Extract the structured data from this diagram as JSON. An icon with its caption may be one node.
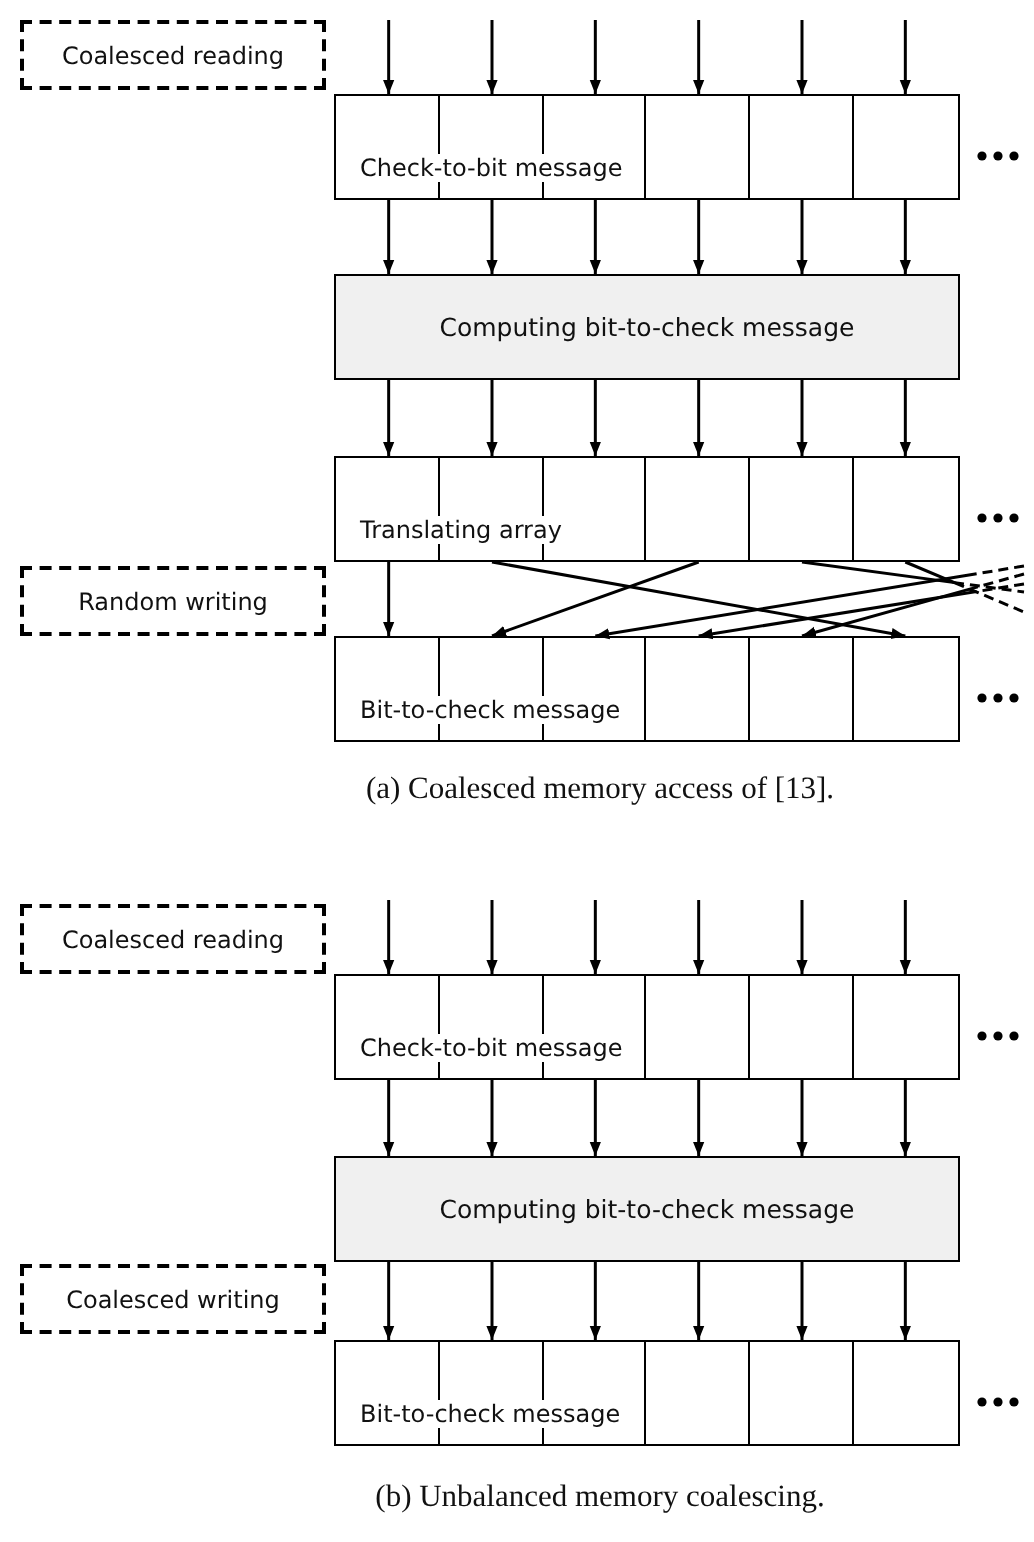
{
  "diagram": {
    "nodes": [
      {
        "text": [
          "Coalesced reading"
        ]
      },
      {
        "text": [
          "Check-to-bit message"
        ]
      },
      {
        "text": [
          "Computing bit-to-check message"
        ]
      },
      {
        "text": [
          "Translating array"
        ]
      },
      {
        "text": [
          "Random writing"
        ]
      },
      {
        "text": [
          "Bit-to-check message"
        ]
      },
      {
        "text": [
          "Coalesced reading"
        ]
      },
      {
        "text": [
          "Check-to-bit message"
        ]
      },
      {
        "text": [
          "Computing bit-to-check message"
        ]
      },
      {
        "text": [
          "Coalesced writing"
        ]
      },
      {
        "text": [
          "Bit-to-check message"
        ]
      }
    ],
    "edges": [
      {
        "from": null,
        "to": 1,
        "arrow": "to"
      },
      {
        "from": null,
        "to": 1,
        "arrow": "to"
      },
      {
        "from": null,
        "to": 1,
        "arrow": "to"
      },
      {
        "from": null,
        "to": 1,
        "arrow": "to"
      },
      {
        "from": null,
        "to": 1,
        "arrow": "to"
      },
      {
        "from": null,
        "to": 1,
        "arrow": "to"
      },
      {
        "from": 1,
        "to": 2,
        "arrow": "to"
      },
      {
        "from": 1,
        "to": 2,
        "arrow": "to"
      },
      {
        "from": 1,
        "to": 2,
        "arrow": "to"
      },
      {
        "from": 1,
        "to": 2,
        "arrow": "to"
      },
      {
        "from": 1,
        "to": 2,
        "arrow": "to"
      },
      {
        "from": 1,
        "to": 2,
        "arrow": "to"
      },
      {
        "from": 2,
        "to": 3,
        "arrow": "to"
      },
      {
        "from": 2,
        "to": 3,
        "arrow": "to"
      },
      {
        "from": 2,
        "to": 3,
        "arrow": "to"
      },
      {
        "from": 2,
        "to": 3,
        "arrow": "to"
      },
      {
        "from": 2,
        "to": 3,
        "arrow": "to"
      },
      {
        "from": 2,
        "to": 3,
        "arrow": "to"
      },
      {
        "from": 3,
        "to": 5,
        "arrow": "to"
      },
      {
        "from": 3,
        "to": 5,
        "arrow": "to"
      },
      {
        "from": 3,
        "to": 5,
        "arrow": "to"
      },
      {
        "from": 3,
        "to": null,
        "arrow": "none",
        "style": "dashed"
      },
      {
        "from": 3,
        "to": null,
        "arrow": "none",
        "style": "dashed"
      },
      {
        "from": null,
        "to": 5,
        "arrow": "to",
        "style": "dashed"
      },
      {
        "from": null,
        "to": 5,
        "arrow": "to",
        "style": "dashed"
      },
      {
        "from": null,
        "to": 5,
        "arrow": "to",
        "style": "dashed"
      },
      {
        "from": null,
        "to": 7,
        "arrow": "to"
      },
      {
        "from": null,
        "to": 7,
        "arrow": "to"
      },
      {
        "from": null,
        "to": 7,
        "arrow": "to"
      },
      {
        "from": null,
        "to": 7,
        "arrow": "to"
      },
      {
        "from": null,
        "to": 7,
        "arrow": "to"
      },
      {
        "from": null,
        "to": 7,
        "arrow": "to"
      },
      {
        "from": 7,
        "to": 8,
        "arrow": "to"
      },
      {
        "from": 7,
        "to": 8,
        "arrow": "to"
      },
      {
        "from": 7,
        "to": 8,
        "arrow": "to"
      },
      {
        "from": 7,
        "to": 8,
        "arrow": "to"
      },
      {
        "from": 7,
        "to": 8,
        "arrow": "to"
      },
      {
        "from": 7,
        "to": 8,
        "arrow": "to"
      },
      {
        "from": 8,
        "to": 10,
        "arrow": "to"
      },
      {
        "from": 8,
        "to": 10,
        "arrow": "to"
      },
      {
        "from": 8,
        "to": 10,
        "arrow": "to"
      },
      {
        "from": 8,
        "to": 10,
        "arrow": "to"
      },
      {
        "from": 8,
        "to": 10,
        "arrow": "to"
      },
      {
        "from": 8,
        "to": 10,
        "arrow": "to"
      }
    ],
    "labels": [
      "(a) Coalesced memory access of [13].",
      "(b) Unbalanced memory coalescing."
    ]
  }
}
